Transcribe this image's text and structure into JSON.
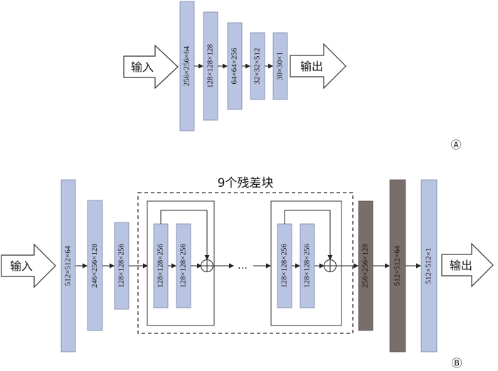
{
  "colors": {
    "block_light": "#b9c4e2",
    "block_dark": "#7a6e6a",
    "stroke": "#333333",
    "line": "#222222"
  },
  "panel_a": {
    "label": "Ⓐ",
    "input_label": "输入",
    "output_label": "输出",
    "blocks": [
      "256×256×64",
      "128×128×128",
      "64×64×256",
      "32×32×512",
      "30×30×1"
    ]
  },
  "panel_b": {
    "label": "Ⓑ",
    "input_label": "输入",
    "output_label": "输出",
    "group_title": "9个残差块",
    "ellipsis": "…",
    "pre_blocks": [
      "512×512×64",
      "246×256×128",
      "128×128×256"
    ],
    "res_block_1": [
      "128×128×256",
      "128×128×256"
    ],
    "res_block_2": [
      "128×128×256",
      "128×128×256"
    ],
    "post_blocks": [
      "256×256×128",
      "512×512×64",
      "512×512×1"
    ]
  }
}
